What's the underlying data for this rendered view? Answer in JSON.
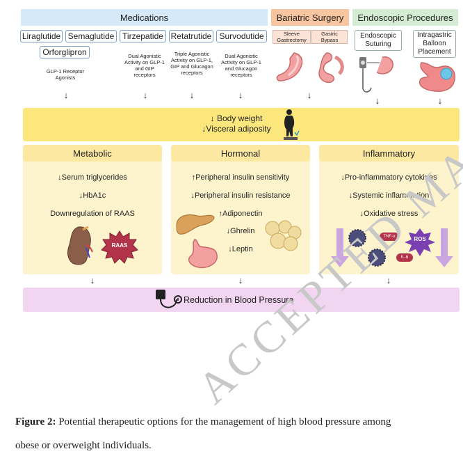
{
  "top": {
    "medications_label": "Medications",
    "bariatric_label": "Bariatric Surgery",
    "endoscopic_label": "Endoscopic Procedures"
  },
  "drugs": [
    "Liraglutide",
    "Semaglutide",
    "Tirzepatide",
    "Retatrutide",
    "Survodutide",
    "Orforglipron"
  ],
  "notes": {
    "glp1": "GLP-1 Receptor Agonists",
    "tirzepatide": "Dual Agonistic Activity on GLP-1 and GIP receptors",
    "retatrutide": "Triple Agonistic Activity on GLP-1, GIP and Glucagon receptors",
    "survodutide": "Dual Agonistic Activity on GLP-1 and Glucagon receptors"
  },
  "bariatric": [
    "Sleeve Gastrectomy",
    "Gastric Bypass"
  ],
  "endoscopic": [
    "Endoscopic Suturing",
    "Intragastric Balloon Placement"
  ],
  "middle": {
    "line1": "↓ Body weight",
    "line2": "↓Visceral adiposity"
  },
  "panels": {
    "metabolic": {
      "title": "Metabolic",
      "items": [
        "↓Serum triglycerides",
        "↓HbA1c",
        "Downregulation of RAAS"
      ],
      "badge": "RAAS"
    },
    "hormonal": {
      "title": "Hormonal",
      "items": [
        "↑Peripheral insulin sensitivity",
        "↓Peripheral insulin resistance",
        "↑Adiponectin",
        "↓Ghrelin",
        "↓Leptin"
      ]
    },
    "inflammatory": {
      "title": "Inflammatory",
      "items": [
        "↓Pro-inflammatory cytokines",
        "↓Systemic inflammation",
        "↓Oxidative stress"
      ],
      "labels": [
        "TNF-α",
        "ROS",
        "IL-6"
      ]
    }
  },
  "outcome": "Reduction in Blood Pressure",
  "caption": {
    "label": "Figure 2:",
    "text": " Potential therapeutic options for the management of high blood pressure among",
    "line2": "obese or overweight individuals."
  },
  "watermark": "ACCEPTED MA",
  "colors": {
    "blue": "#d6e9f8",
    "orange": "#f7c59f",
    "green": "#d4ecd2",
    "yellow": "#fce77d",
    "panel": "#fdf3cd",
    "purple": "#f1d5f1"
  }
}
